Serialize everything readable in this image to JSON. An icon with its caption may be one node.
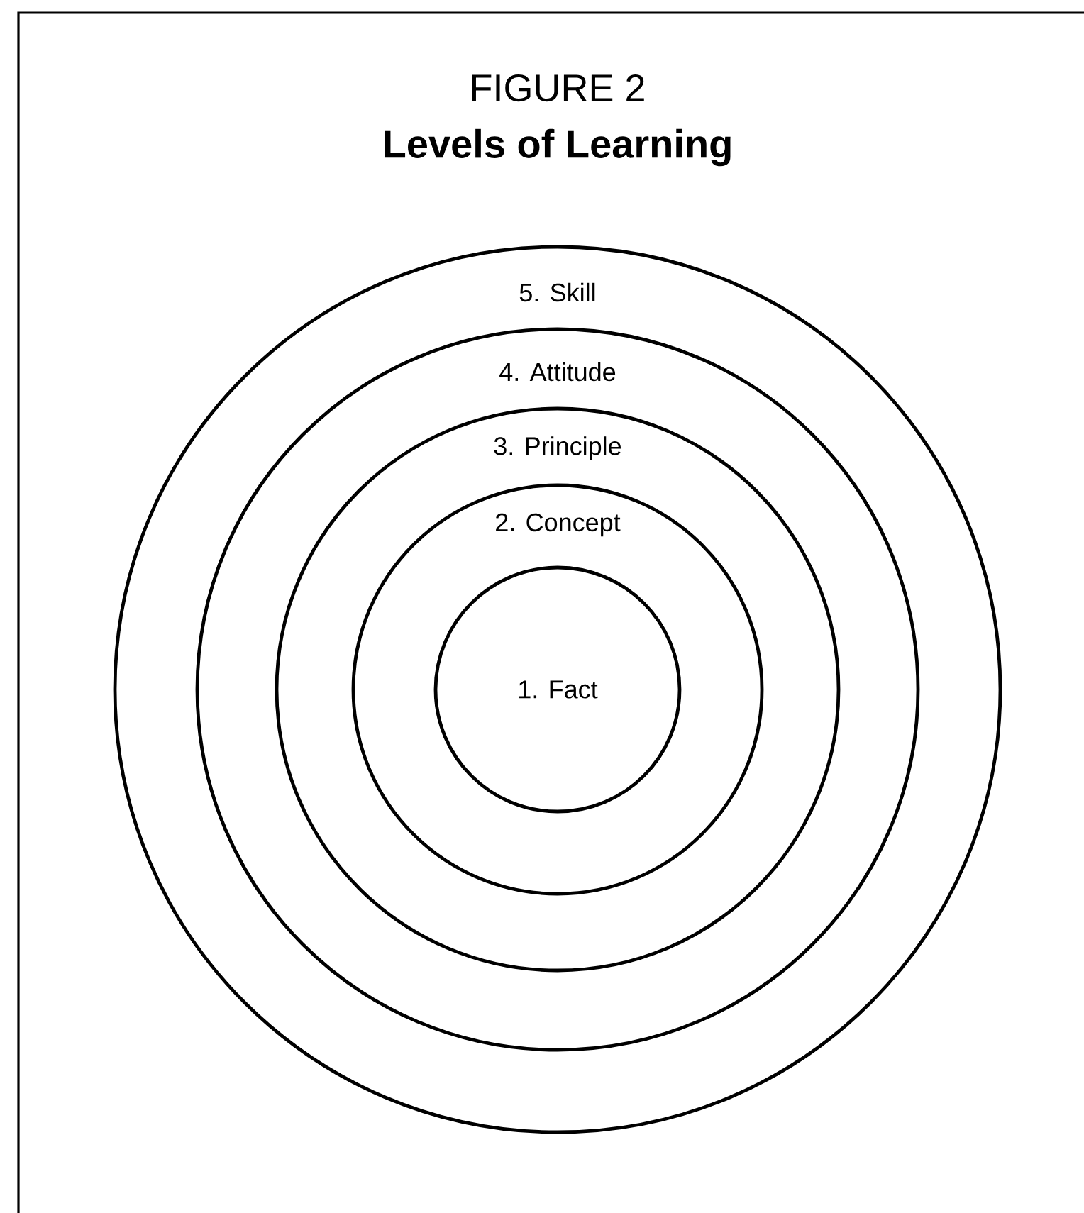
{
  "diagram": {
    "title": "Levels of Learning",
    "nodes": [
      {
        "text": [
          "5. Skill"
        ]
      },
      {
        "text": [
          "4. Attitude"
        ],
        "in": 0
      },
      {
        "text": [
          "3. Principle"
        ],
        "in": 1
      },
      {
        "text": [
          "2. Concept"
        ],
        "in": 2
      },
      {
        "text": [
          "1. Fact"
        ],
        "in": 3
      }
    ],
    "labels": [
      "FIGURE 2"
    ]
  }
}
